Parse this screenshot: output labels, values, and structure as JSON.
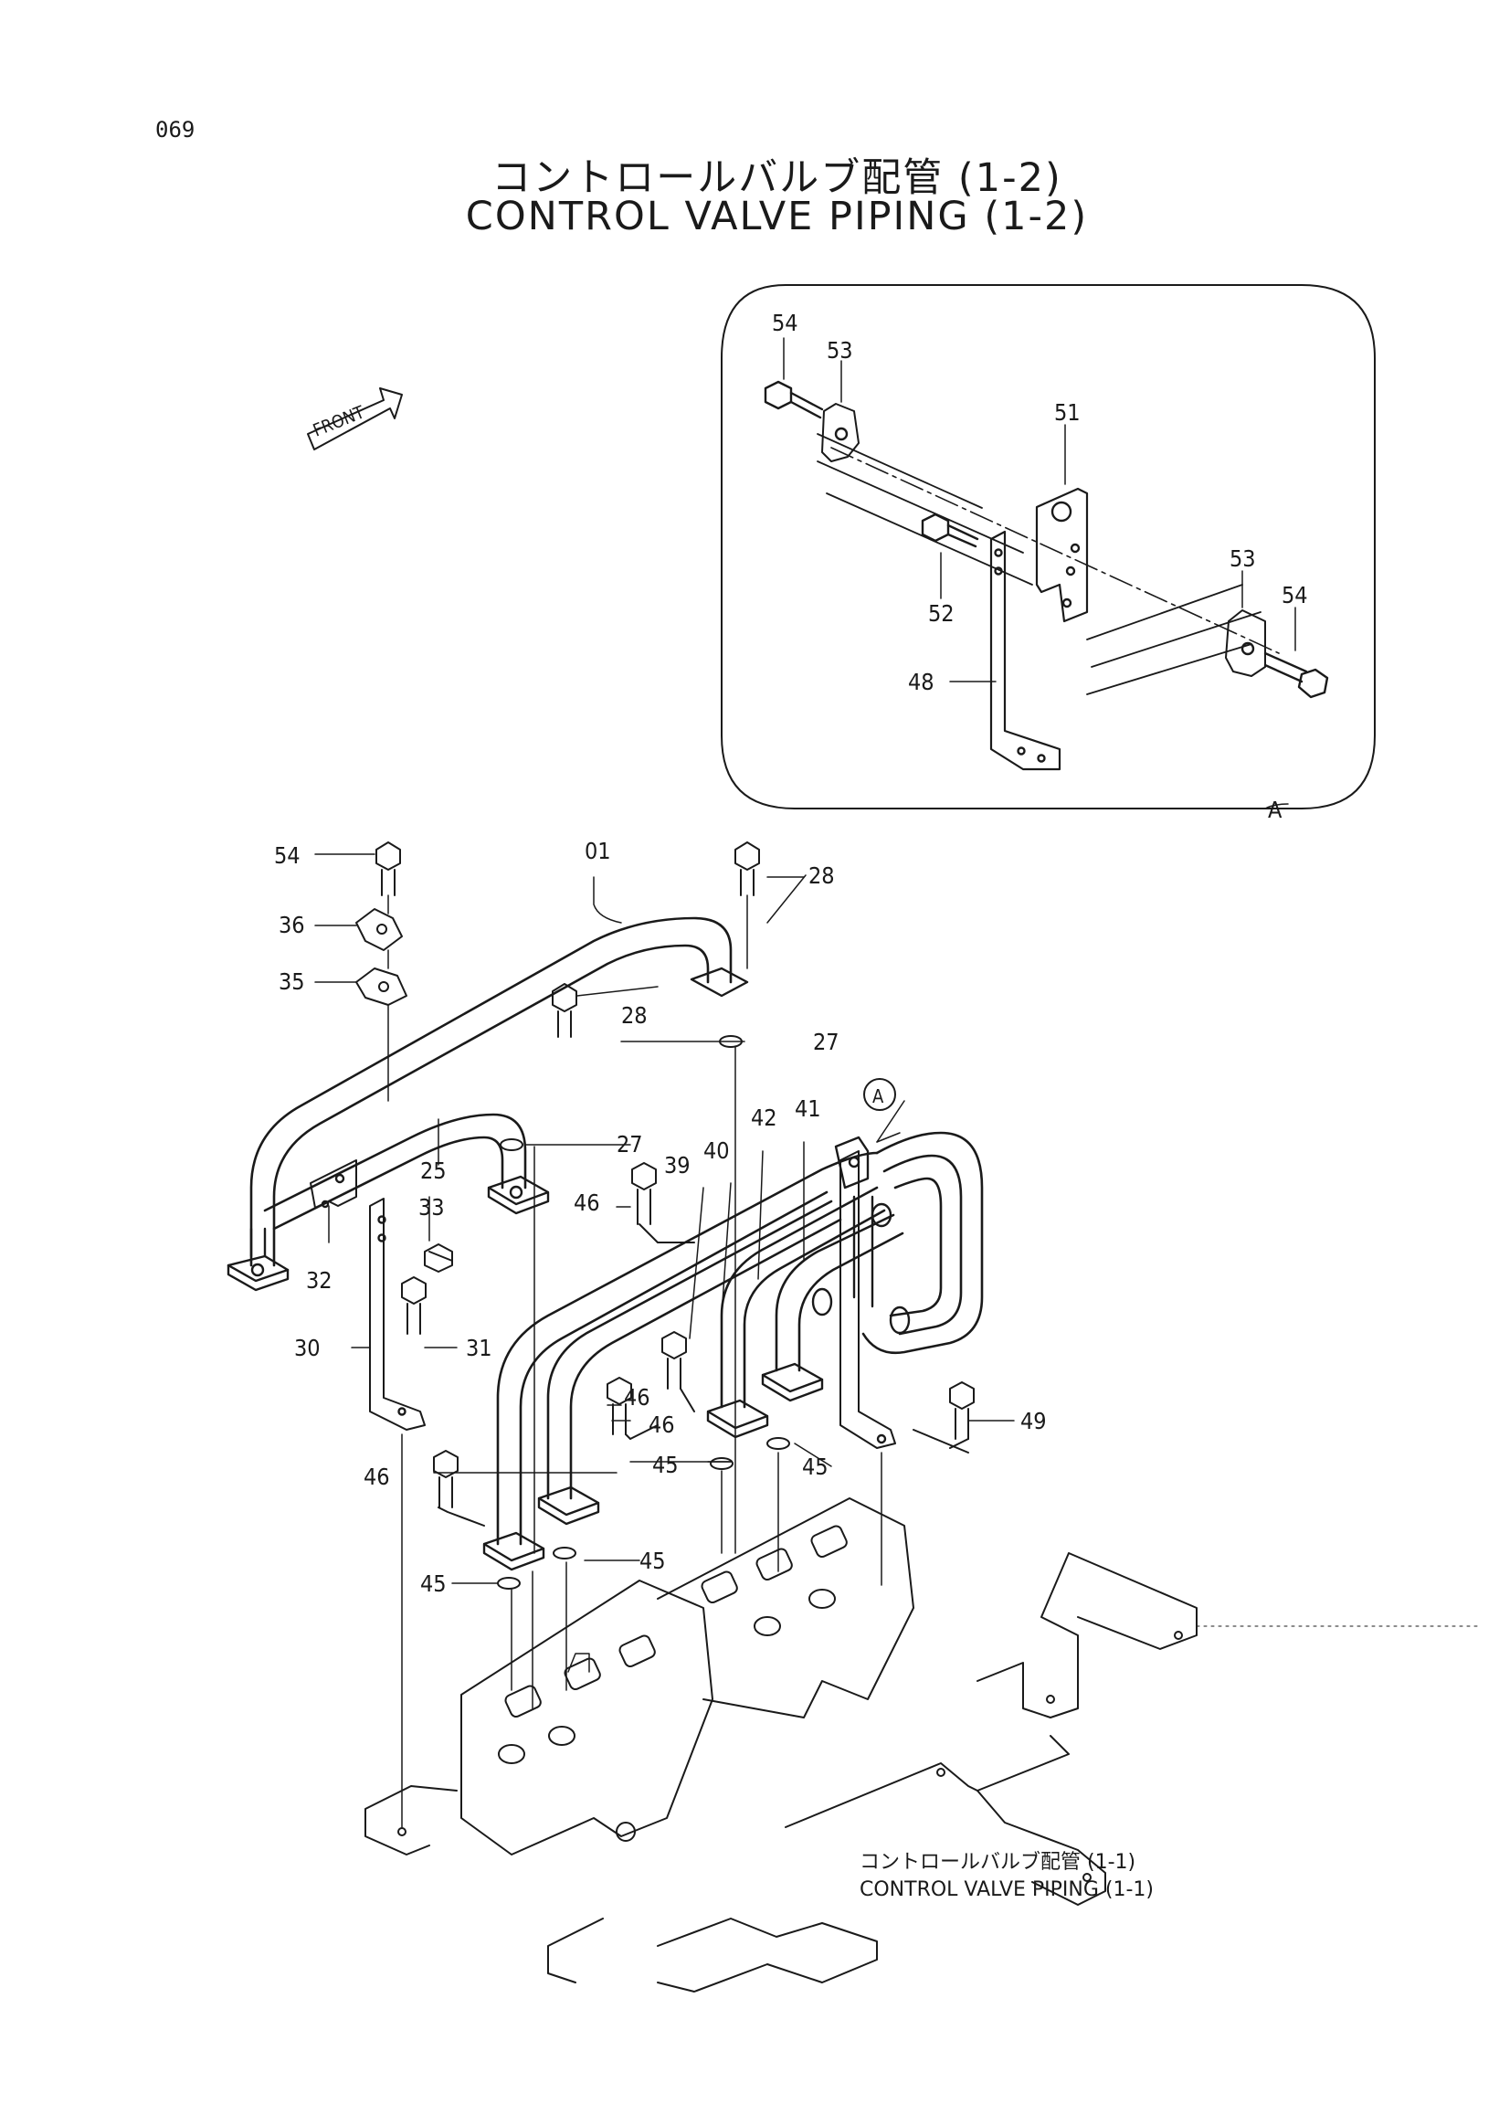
{
  "page_number": "069",
  "title_jp": "コントロールバルブ配管 (1-2)",
  "title_en": "CONTROL VALVE PIPING (1-2)",
  "front_label": "FRONT",
  "detail_label": "A",
  "ref_jp": "コントロールバルブ配管 (1-1)",
  "ref_en": "CONTROL VALVE PIPING (1-1)",
  "callouts": [
    "54",
    "53",
    "51",
    "52",
    "53",
    "54",
    "48",
    "54",
    "36",
    "35",
    "01",
    "28",
    "28",
    "27",
    "27",
    "25",
    "33",
    "32",
    "30",
    "31",
    "46",
    "39",
    "40",
    "42",
    "41",
    "46",
    "46",
    "46",
    "45",
    "45",
    "45",
    "45",
    "49",
    "A"
  ]
}
